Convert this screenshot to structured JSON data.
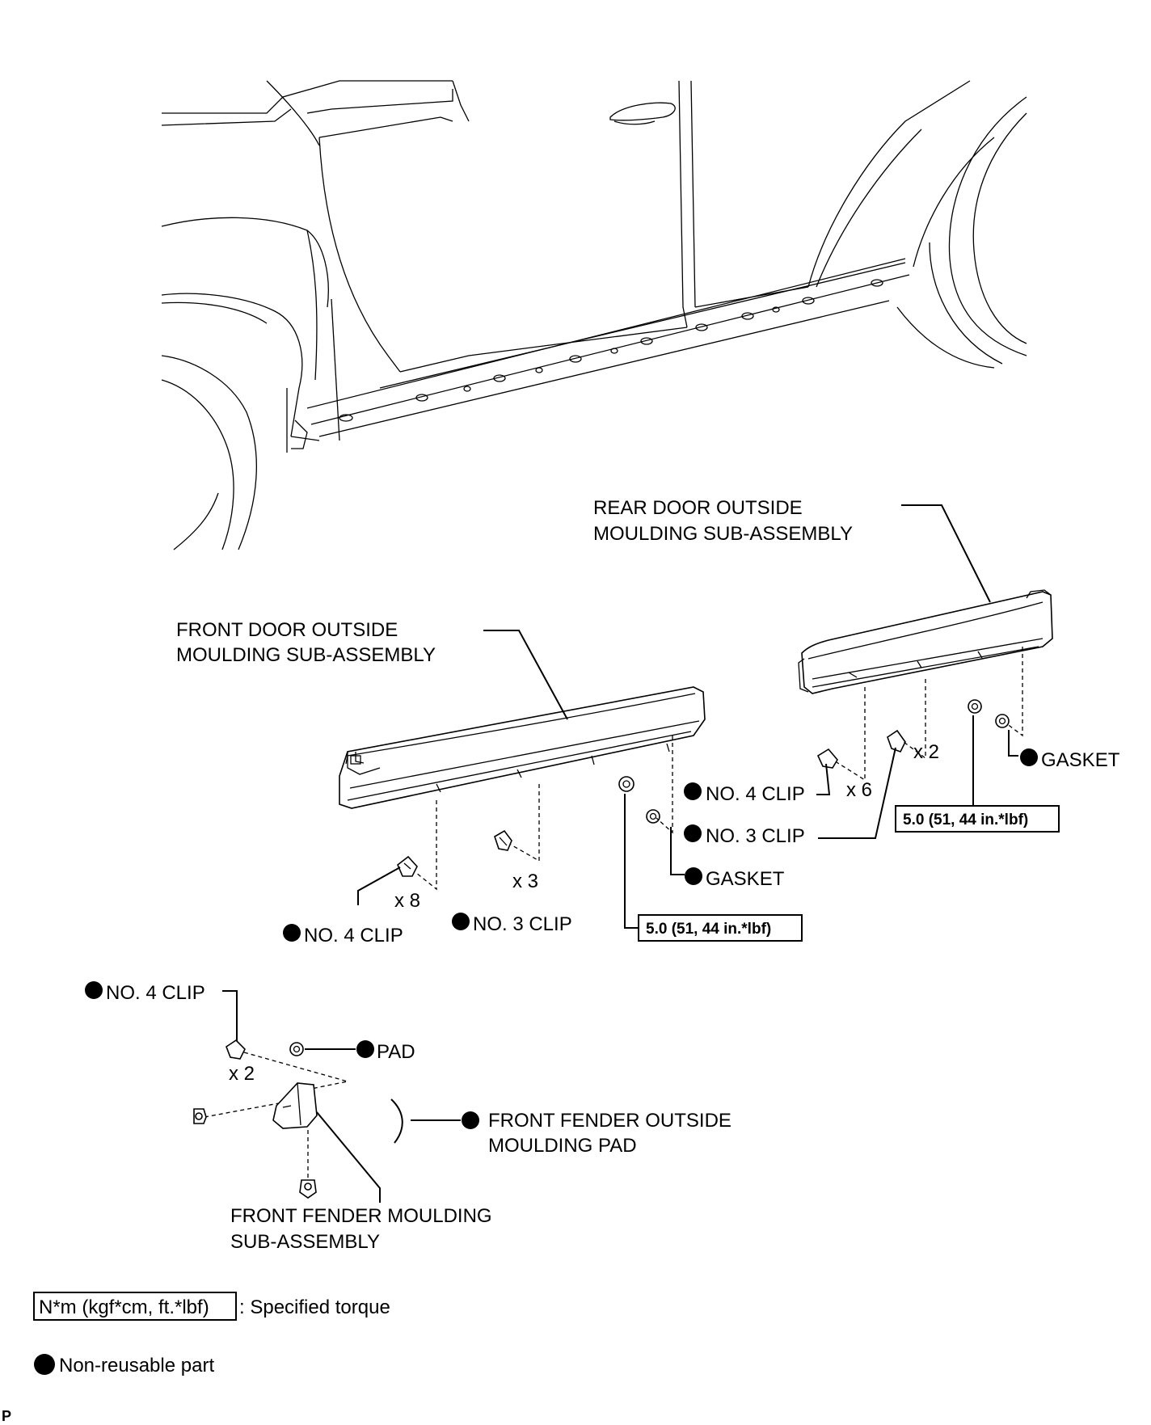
{
  "diagram": {
    "callouts": {
      "rear_door_moulding": [
        "REAR DOOR OUTSIDE",
        "MOULDING SUB-ASSEMBLY"
      ],
      "front_door_moulding": [
        "FRONT DOOR OUTSIDE",
        "MOULDING SUB-ASSEMBLY"
      ],
      "rear_no4_clip": "NO. 4 CLIP",
      "rear_no4_qty": "x 6",
      "rear_no3_clip": "NO. 3 CLIP",
      "rear_no3_qty": "x 2",
      "rear_gasket": "GASKET",
      "rear_torque": "5.0 (51, 44 in.*lbf)",
      "front_gasket": "GASKET",
      "front_torque": "5.0 (51, 44 in.*lbf)",
      "front_no4_qty": "x 8",
      "front_no4_clip": "NO. 4 CLIP",
      "front_no3_qty": "x 3",
      "front_no3_clip": "NO. 3 CLIP",
      "fender_no4_clip": "NO. 4 CLIP",
      "fender_no4_qty": "x 2",
      "pad": "PAD",
      "fender_pad": [
        "FRONT FENDER OUTSIDE",
        "MOULDING PAD"
      ],
      "fender_moulding": [
        "FRONT FENDER MOULDING",
        "SUB-ASSEMBLY"
      ]
    },
    "legend": {
      "torque_unit": "N*m (kgf*cm, ft.*lbf)",
      "torque_desc": ": Specified torque",
      "nonreusable_desc": "Non-reusable part"
    },
    "corner_mark": "P"
  }
}
